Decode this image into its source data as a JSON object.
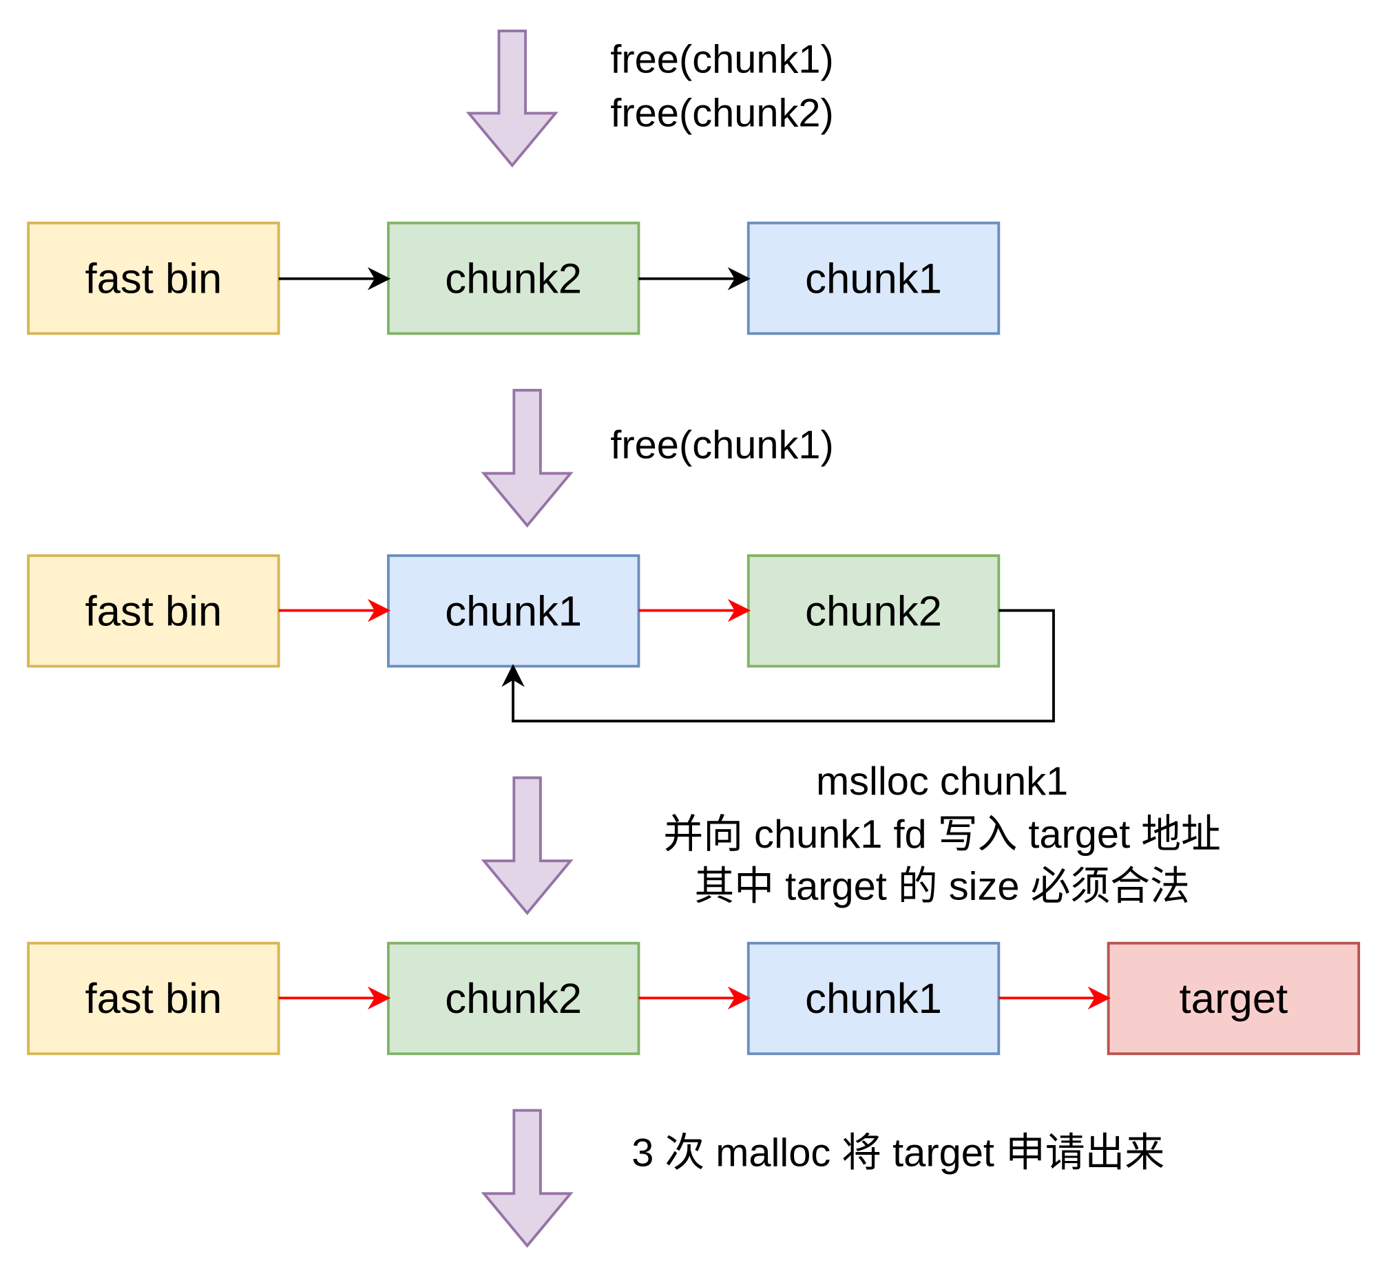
{
  "colors": {
    "fast_bin_fill": "#fff2cc",
    "fast_bin_stroke": "#d6b656",
    "chunk1_fill": "#dae8fc",
    "chunk1_stroke": "#6c8ebf",
    "chunk2_fill": "#d5e8d4",
    "chunk2_stroke": "#82b366",
    "target_fill": "#f8cecc",
    "target_stroke": "#b85450",
    "step_arrow_fill": "#e1d5e7",
    "step_arrow_stroke": "#9673a6",
    "black_link": "#000000",
    "red_link": "#ff0000"
  },
  "step1": {
    "notes": [
      "free(chunk1)",
      "free(chunk2)"
    ]
  },
  "row1": {
    "fast_bin": "fast bin",
    "chunk_a": "chunk2",
    "chunk_b": "chunk1"
  },
  "step2": {
    "notes": [
      "free(chunk1)"
    ]
  },
  "row2": {
    "fast_bin": "fast bin",
    "chunk_a": "chunk1",
    "chunk_b": "chunk2"
  },
  "step3": {
    "notes": [
      "mslloc chunk1",
      "并向 chunk1 fd 写入 target 地址",
      "其中 target 的 size 必须合法"
    ]
  },
  "row3": {
    "fast_bin": "fast bin",
    "chunk_a": "chunk2",
    "chunk_b": "chunk1",
    "target": "target"
  },
  "step4": {
    "notes": [
      "3 次 malloc 将 target 申请出来"
    ]
  }
}
